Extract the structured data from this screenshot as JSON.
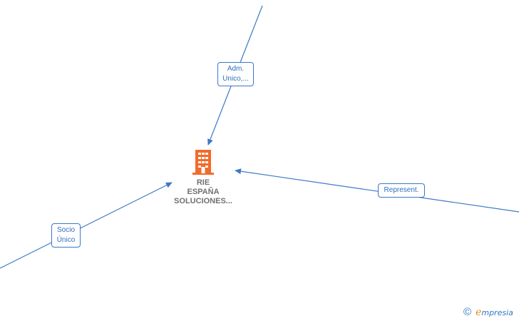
{
  "company": {
    "name_lines": [
      "RIE",
      "ESPAÑA",
      "SOLUCIONES..."
    ],
    "icon": "building-icon",
    "icon_color": "#f26b2a"
  },
  "edges": {
    "adm": {
      "label_lines": [
        "Adm.",
        "Unico,..."
      ]
    },
    "represent": {
      "label_lines": [
        "Represent."
      ]
    },
    "socio": {
      "label_lines": [
        "Socio",
        "Único"
      ]
    }
  },
  "colors": {
    "edge": "#3a78c8",
    "label_text": "#2f6fbf",
    "node_text": "#707070"
  },
  "brand": {
    "copyright_symbol": "©",
    "logo_first_letter": "e",
    "logo_rest": "mpresia"
  }
}
